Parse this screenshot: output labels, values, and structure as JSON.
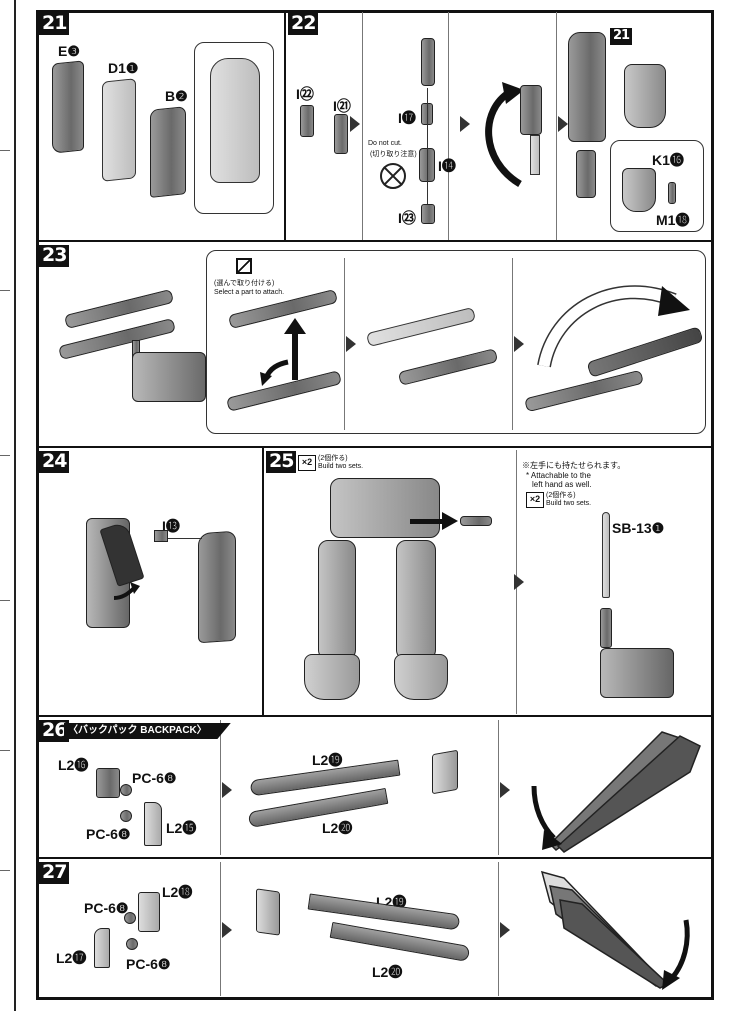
{
  "steps": {
    "s21": {
      "num": "21",
      "labels": {
        "e3": "E❸",
        "d11": "D1❶",
        "b2": "B❷"
      }
    },
    "s22": {
      "num": "22",
      "labels": {
        "i22": "I㉒",
        "i21": "I㉑",
        "i17": "I⓱",
        "i14": "I⓮",
        "i23": "I㉓",
        "k16": "K1⓰",
        "m18": "M1⓲",
        "ref21": "21"
      },
      "note_en": "Do not cut.",
      "note_jp": "(切り取り注意)"
    },
    "s23": {
      "num": "23",
      "note_jp": "(選んで取り付ける)",
      "note_en": "Select a part to attach."
    },
    "s24": {
      "num": "24",
      "labels": {
        "i13": "I⓭"
      }
    },
    "s25": {
      "num": "25",
      "x2": "×2",
      "sets_jp": "(2個作る)",
      "sets_en": "Build two sets.",
      "note_jp": "※左手にも持たせられます。",
      "note_en1": "* Attachable to the",
      "note_en2": "left hand as well.",
      "x2b": "×2",
      "sets_jp2": "(2個作る)",
      "sets_en2": "Build two sets.",
      "labels": {
        "sb13": "SB-13❶"
      }
    },
    "s26": {
      "num": "26",
      "banner": "〈バックパック BACKPACK〉",
      "labels": {
        "l216": "L2⓰",
        "pc6a": "PC-6❽",
        "pc6b": "PC-6❽",
        "l215": "L2⓯",
        "l219": "L2⓳",
        "l220": "L2⓴"
      }
    },
    "s27": {
      "num": "27",
      "labels": {
        "l218": "L2⓲",
        "pc6a": "PC-6❽",
        "l217": "L2⓱",
        "pc6b": "PC-6❽",
        "l219": "L2⓳",
        "l220": "L2⓴"
      }
    }
  }
}
